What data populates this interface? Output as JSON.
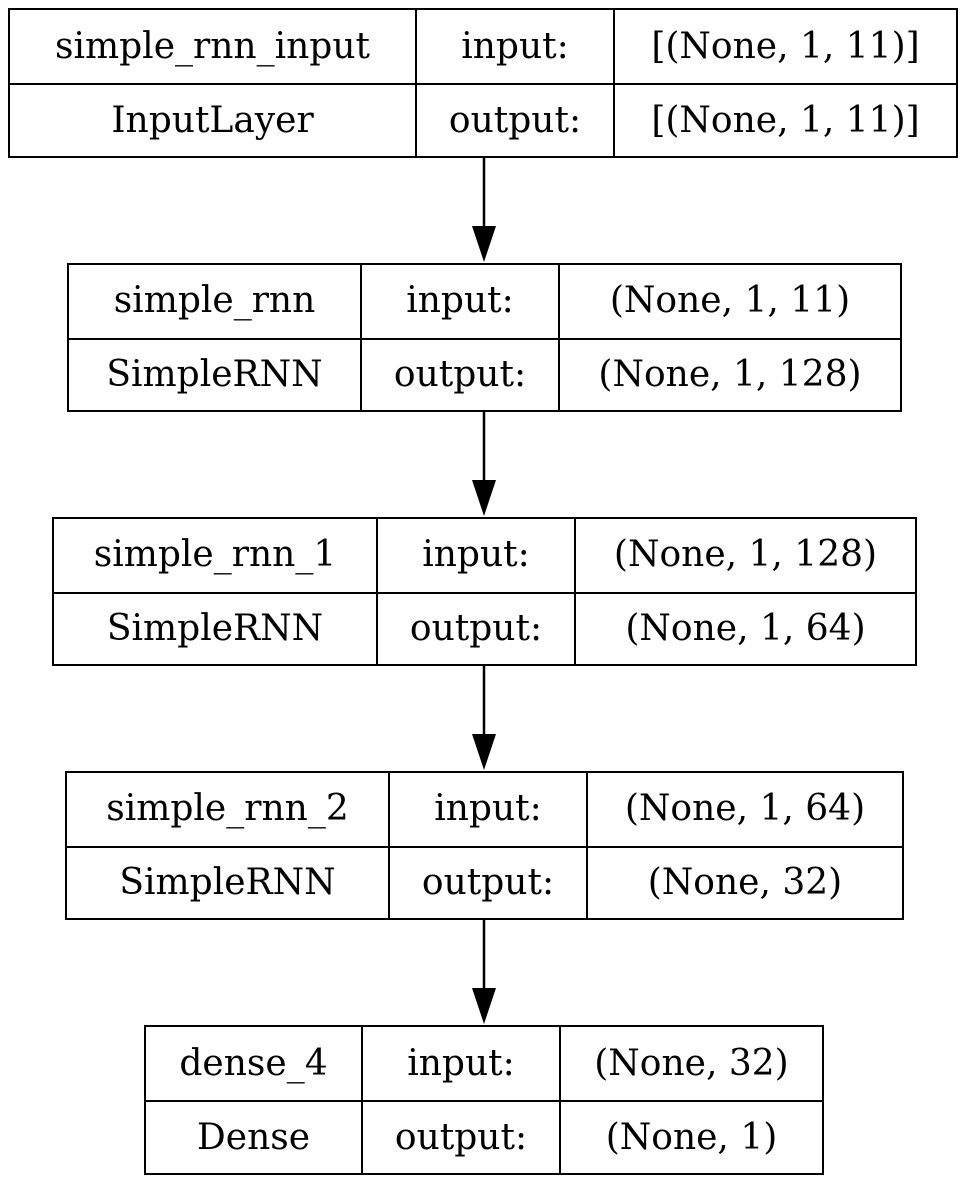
{
  "layers": [
    {
      "name": "simple_rnn_input",
      "type": "InputLayer",
      "input_label": "input:",
      "output_label": "output:",
      "input_shape": "[(None, 1, 11)]",
      "output_shape": "[(None, 1, 11)]"
    },
    {
      "name": "simple_rnn",
      "type": "SimpleRNN",
      "input_label": "input:",
      "output_label": "output:",
      "input_shape": "(None, 1, 11)",
      "output_shape": "(None, 1, 128)"
    },
    {
      "name": "simple_rnn_1",
      "type": "SimpleRNN",
      "input_label": "input:",
      "output_label": "output:",
      "input_shape": "(None, 1, 128)",
      "output_shape": "(None, 1, 64)"
    },
    {
      "name": "simple_rnn_2",
      "type": "SimpleRNN",
      "input_label": "input:",
      "output_label": "output:",
      "input_shape": "(None, 1, 64)",
      "output_shape": "(None, 32)"
    },
    {
      "name": "dense_4",
      "type": "Dense",
      "input_label": "input:",
      "output_label": "output:",
      "input_shape": "(None, 32)",
      "output_shape": "(None, 1)"
    }
  ],
  "colors": {
    "line": "#000000",
    "background": "#ffffff"
  }
}
